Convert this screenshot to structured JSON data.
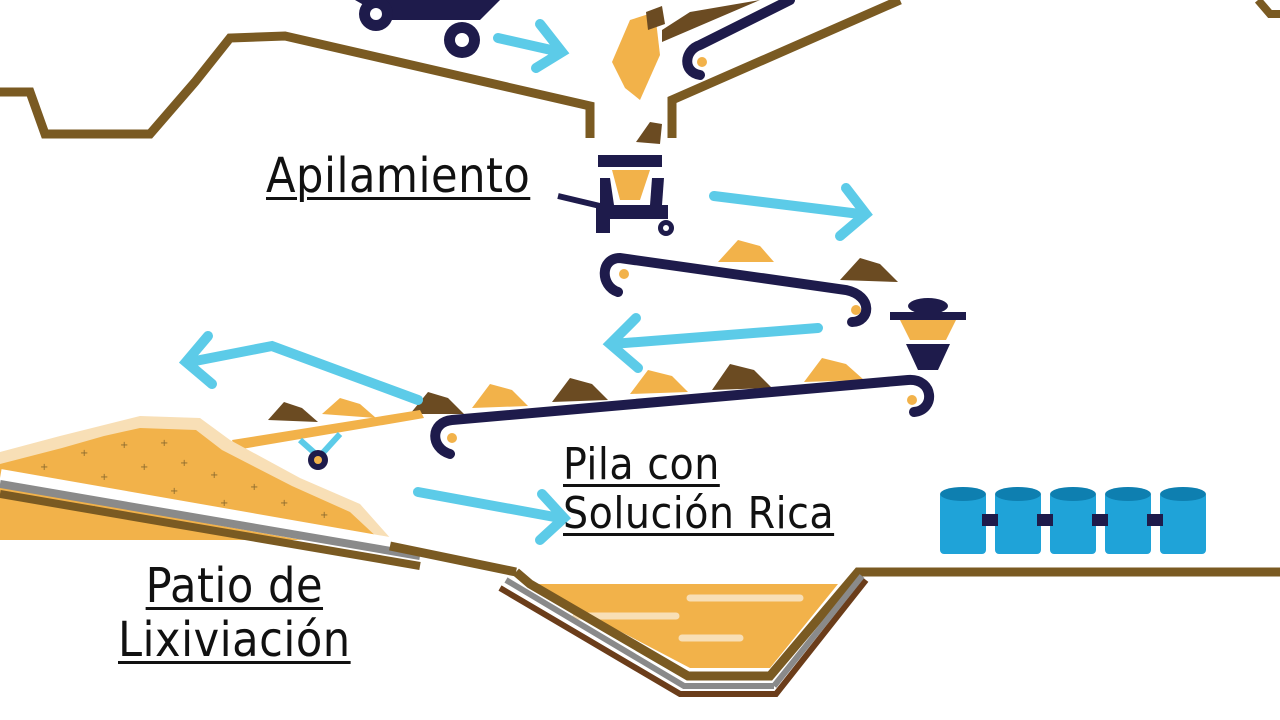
{
  "labels": {
    "stacking": "Apilamiento",
    "rich_solution_line1": "Pila con",
    "rich_solution_line2": "Solución Rica",
    "leach_pad_line1": "Patio de",
    "leach_pad_line2": "Lixiviación"
  },
  "colors": {
    "terrain_brown": "#7a5a22",
    "ore_orange": "#f2b24a",
    "ore_dark": "#6b4b22",
    "navy": "#1e1b4b",
    "arrow_cyan": "#5ccbe8",
    "tank_blue": "#1fa3d8",
    "liner_gray": "#8a8a8a"
  }
}
